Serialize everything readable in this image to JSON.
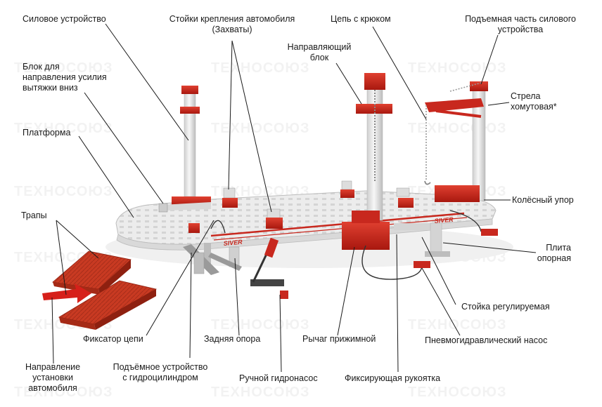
{
  "watermark": "ТЕХНОСОЮЗ",
  "colors": {
    "frame": "#e8e8e8",
    "accent": "#c8281e",
    "leader": "#1a1a1a",
    "dark": "#444444"
  },
  "labels": {
    "power_unit": "Силовое устройство",
    "clamps_title": "Стойки крепления автомобиля",
    "clamps_sub": "(Захваты)",
    "hook_chain": "Цепь с крюком",
    "power_lift_1": "Подъемная часть силового",
    "power_lift_2": "устройства",
    "guide_block_1": "Направляющий",
    "guide_block_2": "блок",
    "down_block_1": "Блок для",
    "down_block_2": "направления усилия",
    "down_block_3": "вытяжки вниз",
    "clamp_arm_1": "Стрела",
    "clamp_arm_2": "хомутовая*",
    "platform": "Платформа",
    "wheel_stop": "Колёсный упор",
    "ramps": "Трапы",
    "base_plate_1": "Плита",
    "base_plate_2": "опорная",
    "adjustable_post": "Стойка регулируемая",
    "chain_lock": "Фиксатор цепи",
    "rear_support": "Задняя опора",
    "press_lever": "Рычаг прижимной",
    "pneumo_pump": "Пневмогидравлический насос",
    "direction_1": "Направление",
    "direction_2": "установки",
    "direction_3": "автомобиля",
    "hyd_lift_1": "Подъёмное устройство",
    "hyd_lift_2": "с гидроцилиндром",
    "hand_pump": "Ручной гидронасос",
    "lock_handle": "Фиксирующая рукоятка"
  },
  "equipment": {
    "platform_marking": "SIVER",
    "post_marking": "SIVER"
  }
}
